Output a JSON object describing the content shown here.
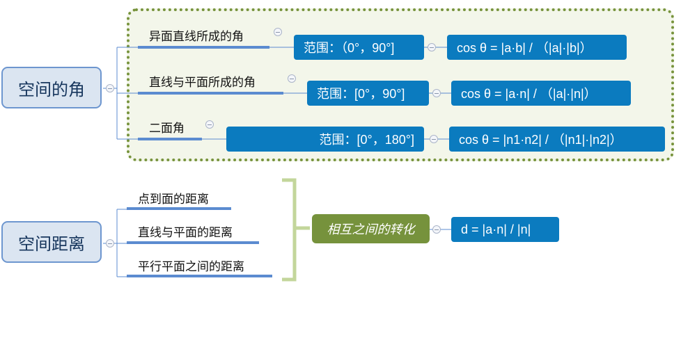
{
  "angles": {
    "root": "空间的角",
    "items": [
      {
        "label": "异面直线所成的角",
        "range": "范围：（0°，90°]",
        "formula": "cos θ = |a·b| / （|a|·|b|）"
      },
      {
        "label": "直线与平面所成的角",
        "range": "范围：[0°，90°]",
        "formula": "cos θ = |a·n| / （|a|·|n|）"
      },
      {
        "label": "二面角",
        "range": "范围：[0°，180°]",
        "formula": "cos θ = |n1·n2| / （|n1|·|n2|）"
      }
    ]
  },
  "distance": {
    "root": "空间距离",
    "items": [
      "点到面的距离",
      "直线与平面的距离",
      "平行平面之间的距离"
    ],
    "summary": "相互之间的转化",
    "formula": "d = |a·n| / |n|"
  },
  "colors": {
    "blue_box": "#0b7bbf",
    "green_box": "#76923c",
    "bracket": "#c3d69b",
    "boundary": "#77933c"
  }
}
